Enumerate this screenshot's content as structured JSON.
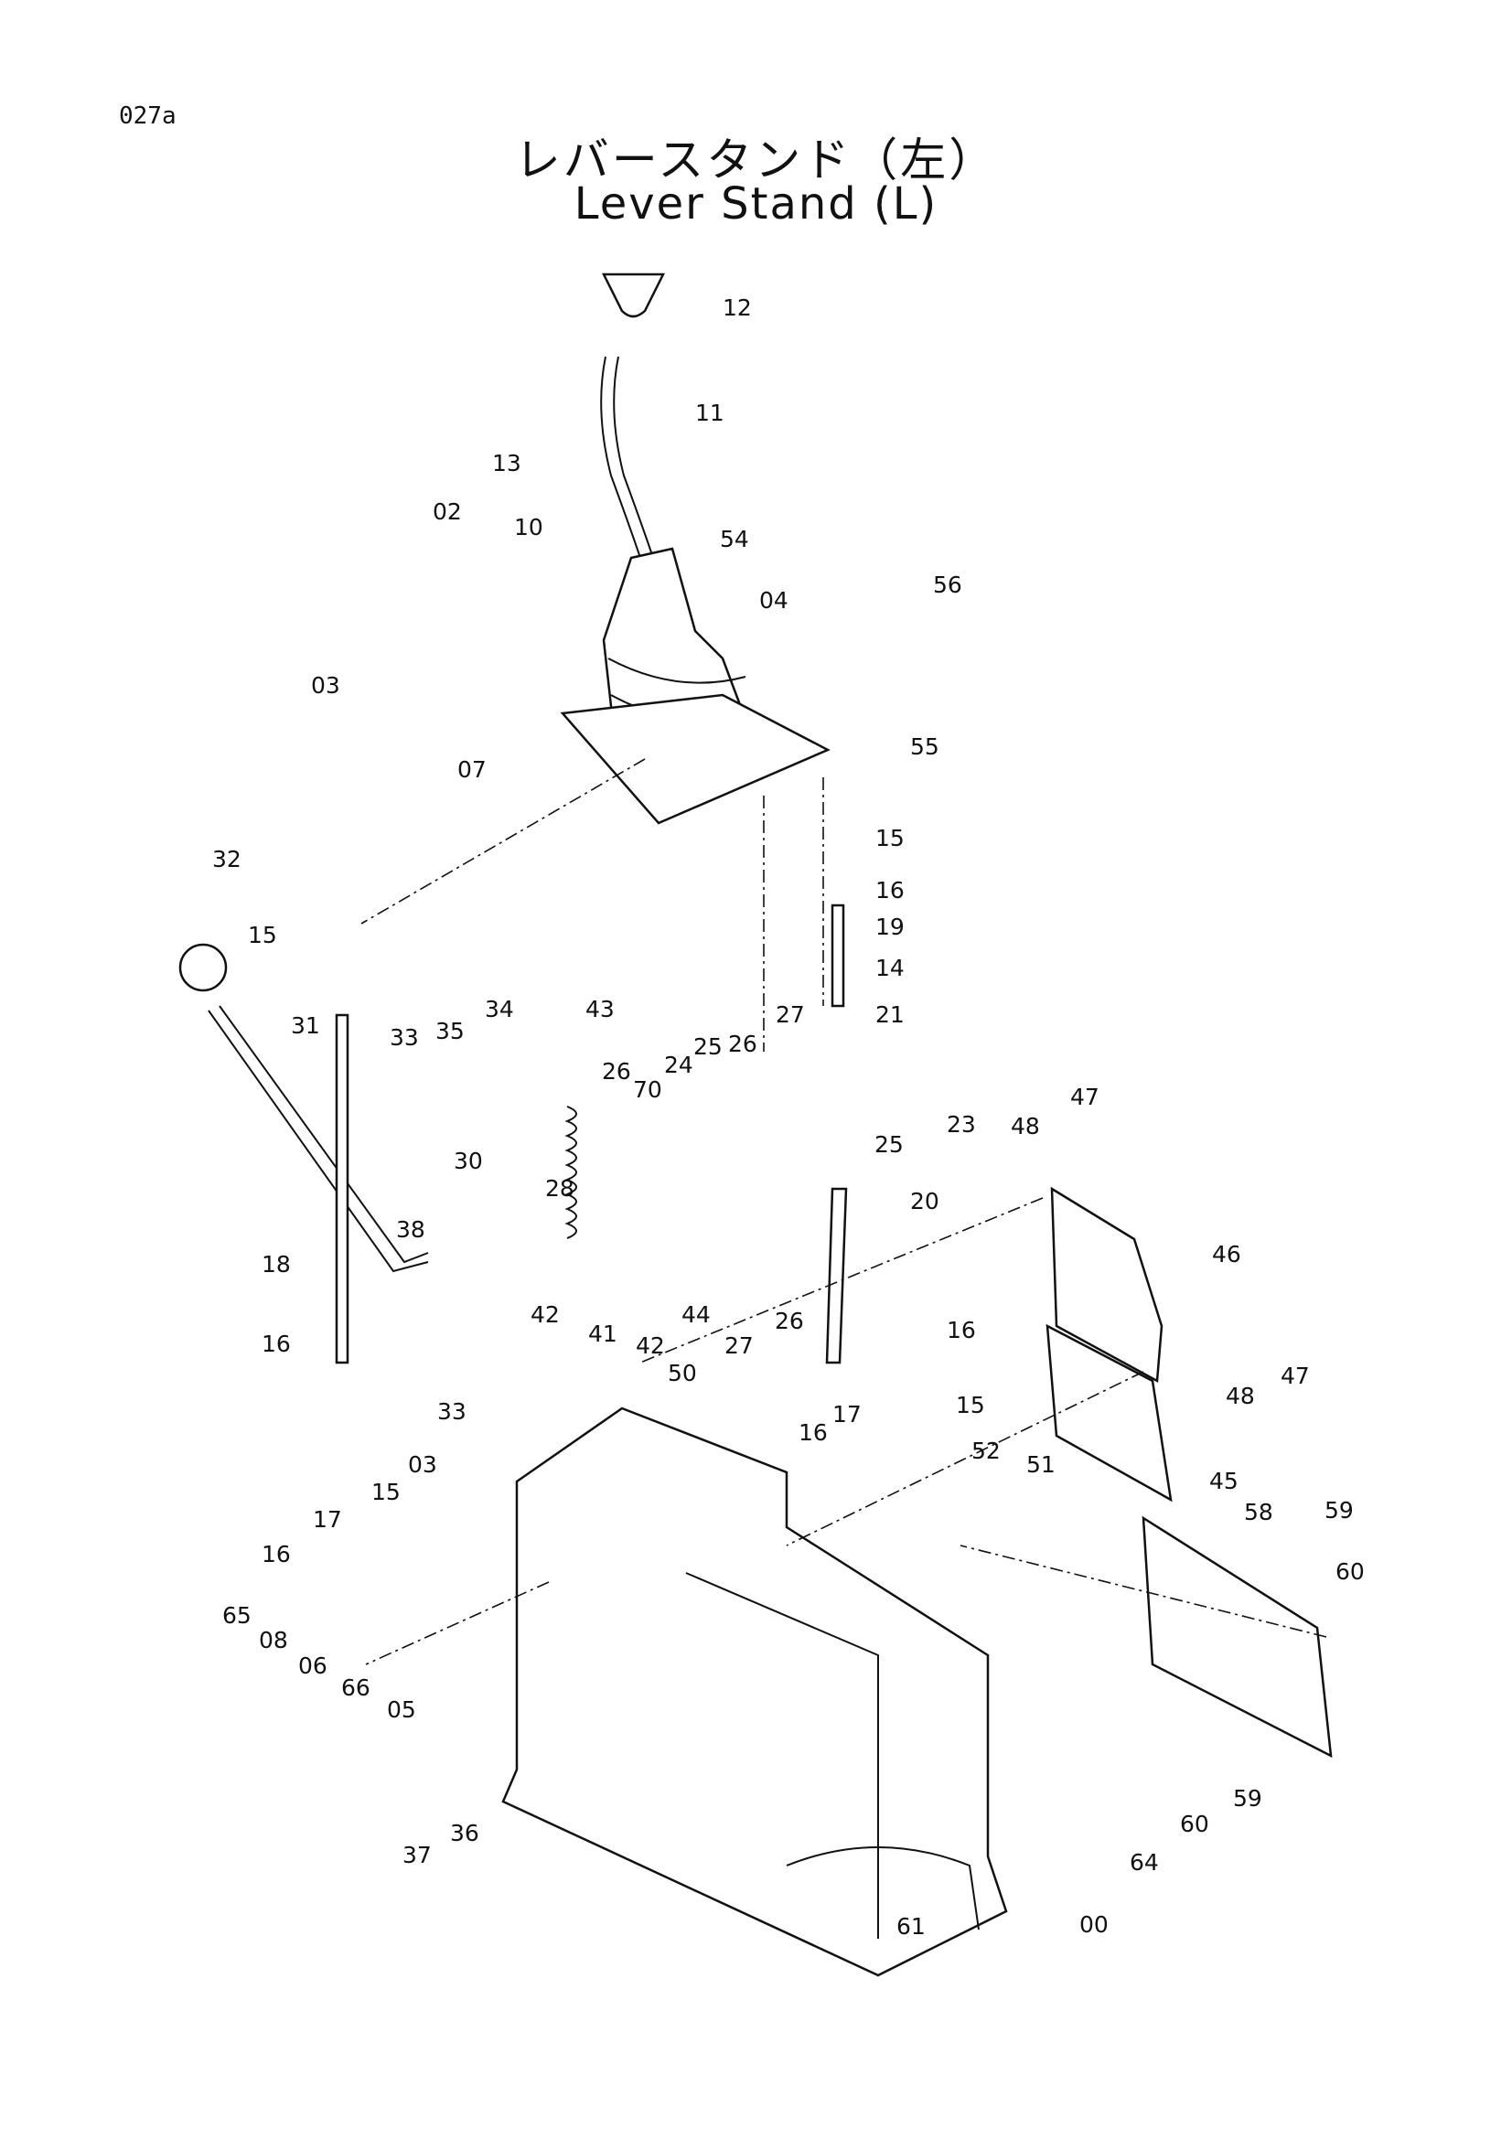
{
  "page_code": "027a",
  "title_jp": "レバースタンド（左）",
  "title_en": "Lever Stand (L)",
  "part_labels": [
    "12",
    "11",
    "13",
    "02",
    "10",
    "54",
    "04",
    "56",
    "03",
    "07",
    "55",
    "32",
    "15",
    "15",
    "16",
    "19",
    "14",
    "21",
    "34",
    "43",
    "35",
    "33",
    "26",
    "27",
    "25",
    "24",
    "26",
    "70",
    "23",
    "47",
    "48",
    "31",
    "30",
    "28",
    "25",
    "20",
    "38",
    "18",
    "42",
    "41",
    "42",
    "44",
    "27",
    "26",
    "46",
    "16",
    "47",
    "48",
    "16",
    "33",
    "50",
    "16",
    "17",
    "15",
    "03",
    "15",
    "45",
    "17",
    "16",
    "52",
    "51",
    "58",
    "59",
    "60",
    "65",
    "08",
    "06",
    "66",
    "05",
    "37",
    "36",
    "59",
    "60",
    "64",
    "61",
    "00"
  ]
}
